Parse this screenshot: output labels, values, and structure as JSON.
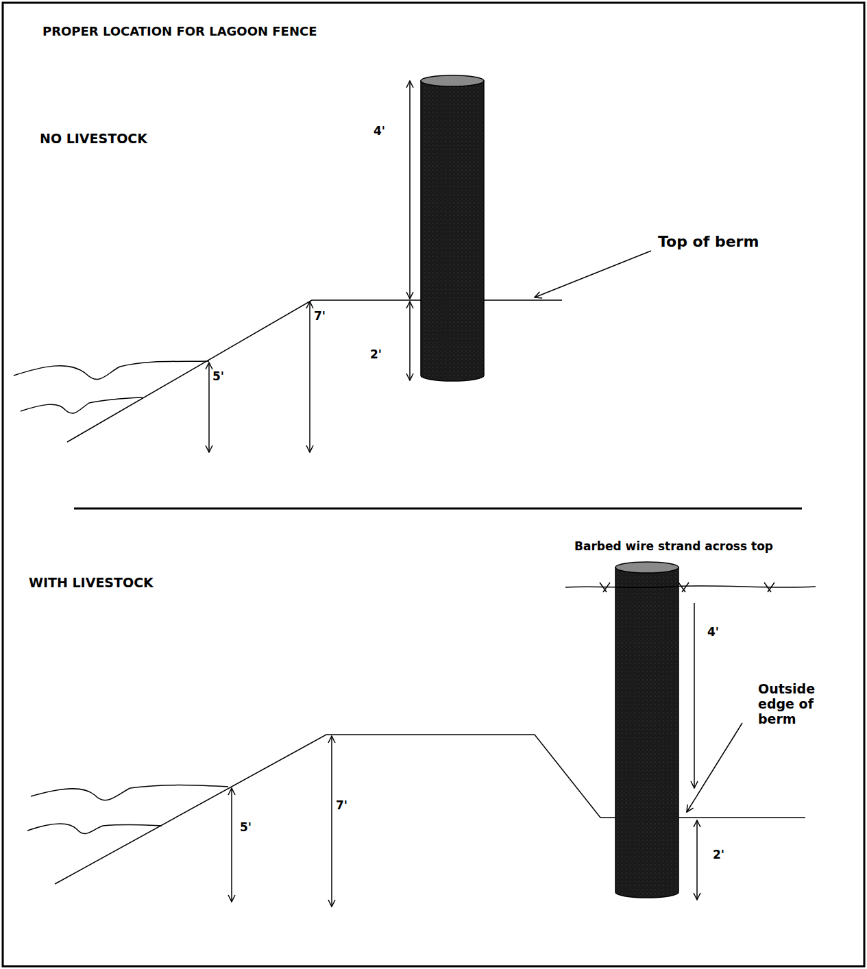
{
  "diagram": {
    "title": "PROPER LOCATION FOR LAGOON FENCE",
    "labels": [
      "NO LIVESTOCK",
      "4'",
      "Top of berm",
      "7'",
      "2'",
      "5'",
      "WITH LIVESTOCK",
      "Barbed wire strand across top",
      "4'",
      "Outside edge of berm",
      "7'",
      "5'",
      "2'"
    ]
  }
}
